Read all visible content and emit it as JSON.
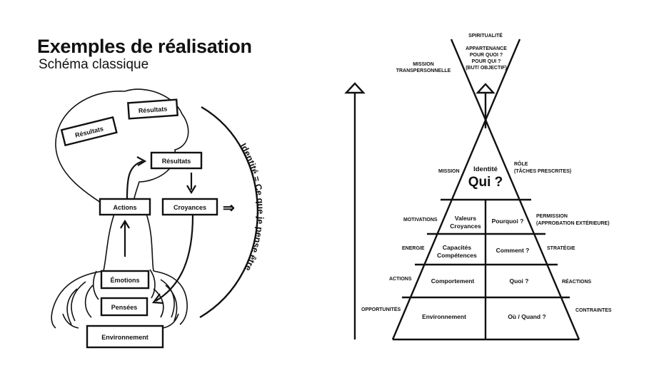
{
  "header": {
    "title": "Exemples de réalisation",
    "subtitle": "Schéma classique"
  },
  "left_diagram": {
    "boxes": {
      "resultats_1": "Résultats",
      "resultats_2": "Résultats",
      "resultats_3": "Résultats",
      "actions": "Actions",
      "croyances": "Croyances",
      "emotions": "Émotions",
      "pensees": "Pensées",
      "environnement": "Environnement"
    },
    "arc_label": "Identité = Ce que je pense être",
    "arrow_symbol": "⇒"
  },
  "pyramid": {
    "top_labels": {
      "spiritualite": "SPIRITUALITÉ",
      "appartenance": [
        "APPARTENANCE",
        "POUR QUOI ?",
        "POUR QUI ?",
        "(BUT/ OBJECTIF)"
      ],
      "mission_trans": [
        "MISSION",
        "TRANSPERSONNELLE"
      ]
    },
    "apex": {
      "identite": "Identité",
      "qui": "Qui ?",
      "left": "MISSION",
      "right": [
        "RÔLE",
        "(TÂCHES PRESCRITES)"
      ]
    },
    "levels": [
      {
        "left_cell": [
          "Valeurs",
          "Croyances"
        ],
        "right_cell": "Pourquoi  ?",
        "outer_left": "MOTIVATIONS",
        "outer_right": [
          "PERMISSION",
          "(APPROBATION EXTÉRIEURE)"
        ]
      },
      {
        "left_cell": [
          "Capacités",
          "Compétences"
        ],
        "right_cell": "Comment ?",
        "outer_left": "ENERGIE",
        "outer_right": [
          "STRATÉGIE"
        ]
      },
      {
        "left_cell": [
          "Comportement"
        ],
        "right_cell": "Quoi ?",
        "outer_left": "ACTIONS",
        "outer_right": [
          "RÉACTIONS"
        ]
      },
      {
        "left_cell": [
          "Environnement"
        ],
        "right_cell": "Où / Quand ?",
        "outer_left": "OPPORTUNITÉS",
        "outer_right": [
          "CONTRAINTES"
        ]
      }
    ]
  }
}
